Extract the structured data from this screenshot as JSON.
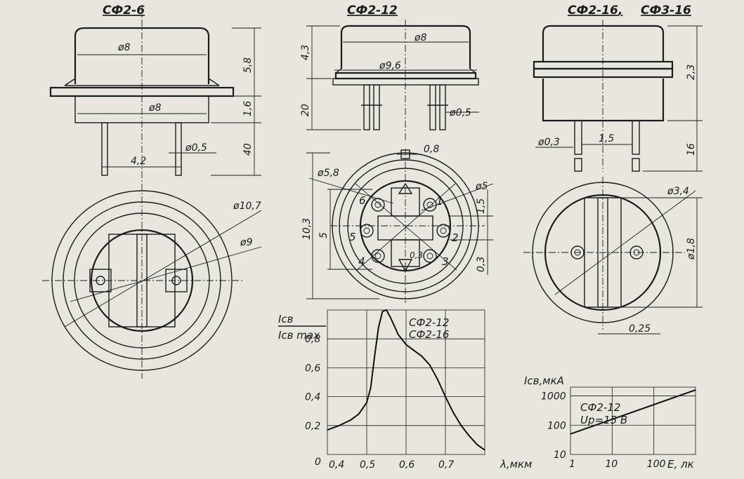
{
  "sensors": {
    "sf26": {
      "title": "СФ2-6",
      "dims": {
        "d8_top": "ø8",
        "h5_8": "5,8",
        "d8_bottom": "ø8",
        "h1_6": "1,6",
        "h40": "40",
        "pin_d": "ø0,5",
        "pitch": "4,2"
      },
      "plan": {
        "d10_7": "ø10,7",
        "d9": "ø9"
      }
    },
    "sf212": {
      "title": "СФ2-12",
      "dims": {
        "d8": "ø8",
        "h4_3": "4,3",
        "d9_6": "ø9,6",
        "h20": "20",
        "pin_d": "ø0,5",
        "tab": "0,8"
      },
      "plan": {
        "d5_8": "ø5,8",
        "d5": "ø5",
        "h10_3": "10,3",
        "h5": "5",
        "w1_5": "1,5",
        "w0_3": "0,3",
        "w0_3b": "0,3",
        "pins": [
          "1",
          "2",
          "3",
          "4",
          "5",
          "6"
        ]
      }
    },
    "sf216": {
      "title_a": "СФ2-16",
      "sep": ",",
      "title_b": "СФ3-16",
      "dims": {
        "h2_3": "2,3",
        "pin_d": "ø0,3",
        "pitch": "1,5",
        "h16": "16"
      },
      "plan": {
        "d3_4": "ø3,4",
        "d1_8": "ø1,8",
        "w0_25": "0,25"
      }
    }
  },
  "charts": {
    "spectral": {
      "ylabel_num": "Iсв",
      "ylabel_den": "Iсв max",
      "legend_1": "СФ2-12",
      "legend_2": "СФ2-16",
      "xlabel": "λ,мкм",
      "origin_label": "0"
    },
    "lux": {
      "ylabel": "Iсв,мкА",
      "xlabel": "E, лк",
      "note_1": "СФ2-12",
      "note_2": "Uр=15 В"
    }
  },
  "chart_data": [
    {
      "type": "line",
      "x_ticks": [
        "0,4",
        "0,5",
        "0,6",
        "0,7"
      ],
      "y_ticks": [
        "0,2",
        "0,4",
        "0,6",
        "0,8"
      ],
      "xlim": [
        0.4,
        0.8
      ],
      "ylim": [
        0,
        1.0
      ],
      "series": [
        {
          "x": [
            0.4,
            0.43,
            0.46,
            0.48,
            0.5,
            0.51,
            0.52,
            0.53,
            0.54,
            0.55,
            0.56,
            0.58,
            0.6,
            0.62,
            0.64,
            0.66,
            0.68,
            0.7,
            0.72,
            0.74,
            0.76,
            0.78,
            0.8
          ],
          "y": [
            0.17,
            0.2,
            0.24,
            0.28,
            0.36,
            0.46,
            0.68,
            0.88,
            0.99,
            1.0,
            0.95,
            0.83,
            0.76,
            0.72,
            0.68,
            0.62,
            0.52,
            0.4,
            0.29,
            0.2,
            0.13,
            0.07,
            0.03
          ]
        }
      ]
    },
    {
      "type": "line",
      "x_scale": "log",
      "y_scale": "log",
      "x_ticks": [
        "1",
        "10",
        "100"
      ],
      "y_ticks": [
        "10",
        "100",
        "1000"
      ],
      "xlim": [
        1,
        1000
      ],
      "ylim": [
        10,
        2000
      ],
      "series": [
        {
          "x": [
            1,
            1000
          ],
          "y": [
            50,
            1600
          ]
        }
      ]
    }
  ]
}
